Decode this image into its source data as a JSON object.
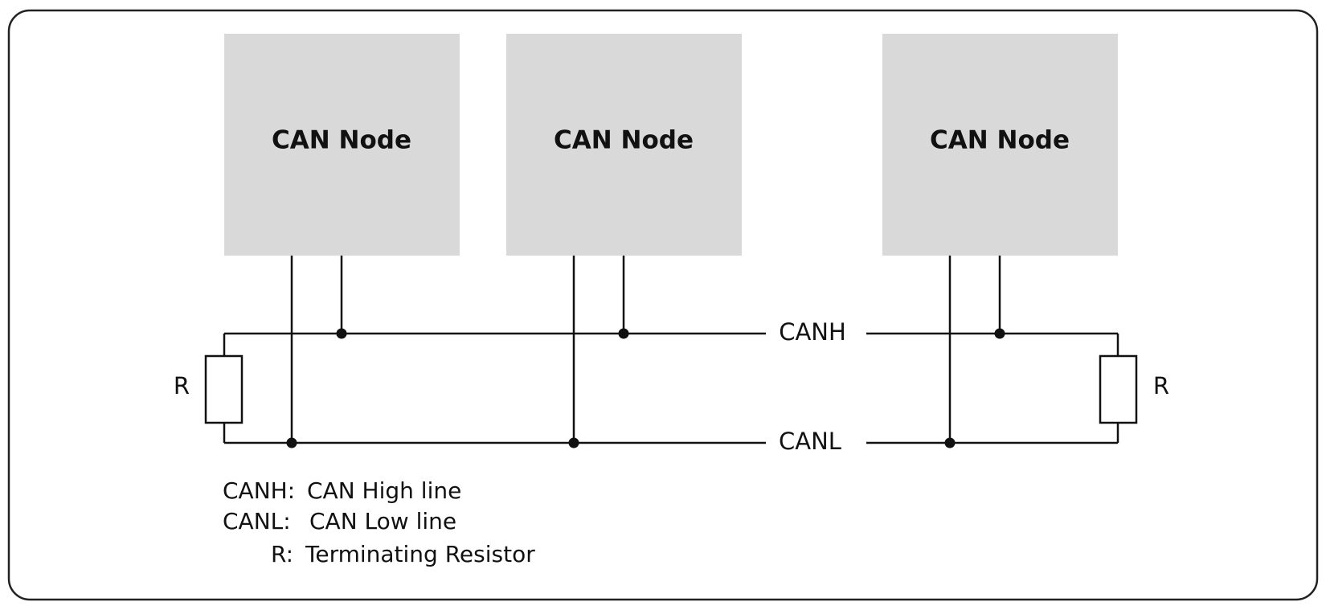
{
  "nodes": [
    {
      "label": "CAN Node"
    },
    {
      "label": "CAN Node"
    },
    {
      "label": "CAN Node"
    }
  ],
  "bus": {
    "high_label": "CANH",
    "low_label": "CANL"
  },
  "resistors": [
    {
      "label": "R"
    },
    {
      "label": "R"
    }
  ],
  "legend": {
    "canh_key": "CANH:",
    "canh_desc": "CAN High line",
    "canl_key": "CANL:",
    "canl_desc": "CAN Low line",
    "r_key": "R:",
    "r_desc": "Terminating Resistor"
  },
  "colors": {
    "frame": "#222222",
    "node_fill": "#d9d9d9",
    "wire": "#111111",
    "text": "#111111"
  }
}
